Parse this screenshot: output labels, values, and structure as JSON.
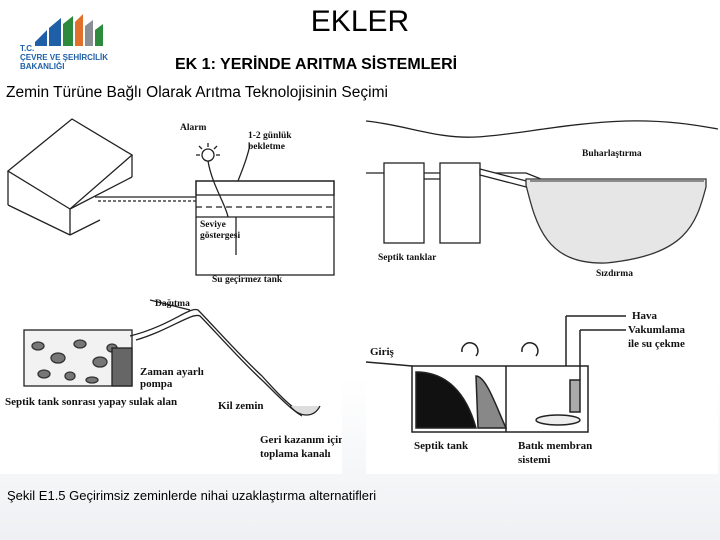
{
  "header": {
    "title": "EKLER",
    "subtitle": "EK 1: YERİNDE ARITMA SİSTEMLERİ",
    "section": "Zemin Türüne Bağlı Olarak Arıtma Teknolojisinin Seçimi"
  },
  "logo": {
    "line1": "T.C.",
    "line2": "ÇEVRE VE ŞEHİRCİLİK",
    "line3": "BAKANLIĞI",
    "colors": [
      "#1e5fa8",
      "#2e8b3d",
      "#e0702a",
      "#8a8f96"
    ]
  },
  "panels": {
    "a": {
      "alarm": "Alarm",
      "storage1": "1-2 günlük",
      "storage2": "bekletme",
      "level1": "Seviye",
      "level2": "göstergesi",
      "tank": "Su geçirmez tank"
    },
    "b": {
      "evap": "Buharlaştırma",
      "septic": "Septik tanklar",
      "seep": "Sızdırma"
    },
    "c": {
      "dist": "Dağıtma",
      "timer1": "Zaman ayarlı",
      "timer2": "pompa",
      "wetland": "Septik tank sonrası yapay sulak alan",
      "clay": "Kil zemin",
      "recov1": "Geri kazanım için",
      "recov2": "toplama kanalı"
    },
    "d": {
      "air": "Hava",
      "vac1": "Vakumlama",
      "vac2": "ile su çekme",
      "inlet": "Giriş",
      "septic": "Septik tank",
      "membrane1": "Batık membran",
      "membrane2": "sistemi"
    }
  },
  "caption": "Şekil E1.5 Geçirimsiz zeminlerde nihai uzaklaştırma alternatifleri"
}
